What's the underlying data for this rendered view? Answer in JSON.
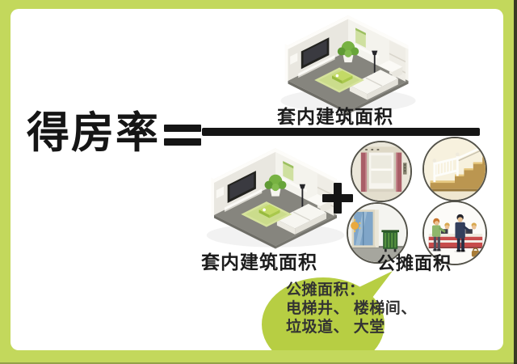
{
  "colors": {
    "frame_green": "#c3d85c",
    "bubble_green": "#b7ce43",
    "ink_black": "#151515",
    "callout_text_dark": "#333333"
  },
  "formula": {
    "title": "得房率",
    "equals_sign": "=",
    "numerator_label": "套内建筑面积",
    "plus_sign": "+",
    "denominator_room_label": "套内建筑面积",
    "shared_area_label": "公摊面积"
  },
  "icons": {
    "numerator_room": "isometric-living-room-icon",
    "denominator_room": "isometric-living-room-icon",
    "shared_area": [
      "elevator-shaft-icon",
      "staircase-icon",
      "entrance-garbage-chute-icon",
      "lobby-reception-icon"
    ]
  },
  "callout": {
    "heading": "公摊面积：",
    "line1": "电梯井、 楼梯间、",
    "line2": "垃圾道、 大堂"
  }
}
